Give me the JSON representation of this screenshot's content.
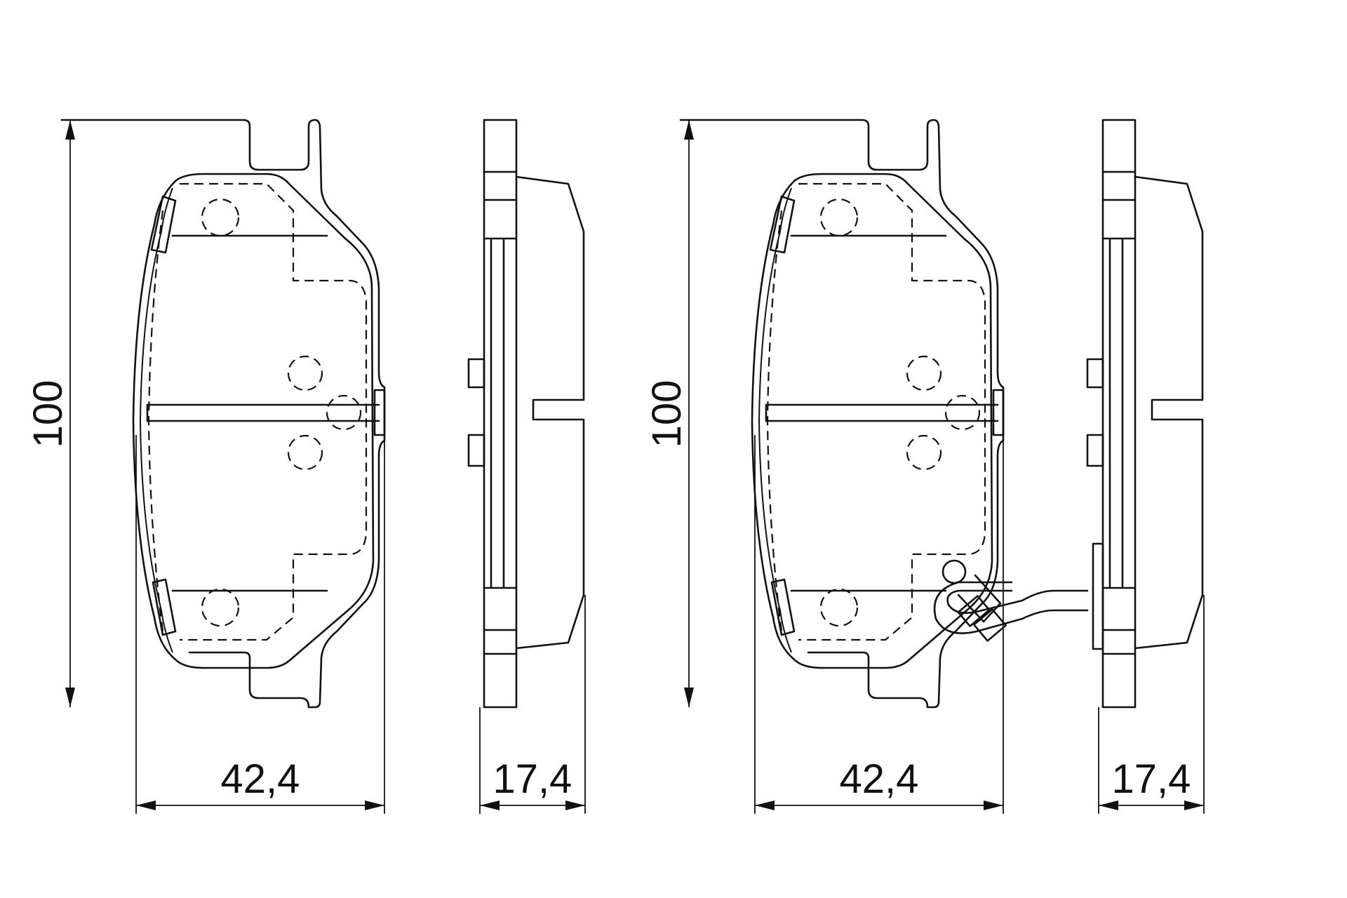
{
  "drawing": {
    "views": [
      {
        "name": "pad-without-wear-sensor",
        "dimensions": {
          "height": "100",
          "width": "42,4",
          "thickness": "17,4"
        }
      },
      {
        "name": "pad-with-wear-sensor",
        "dimensions": {
          "height": "100",
          "width": "42,4",
          "thickness": "17,4"
        }
      }
    ]
  }
}
